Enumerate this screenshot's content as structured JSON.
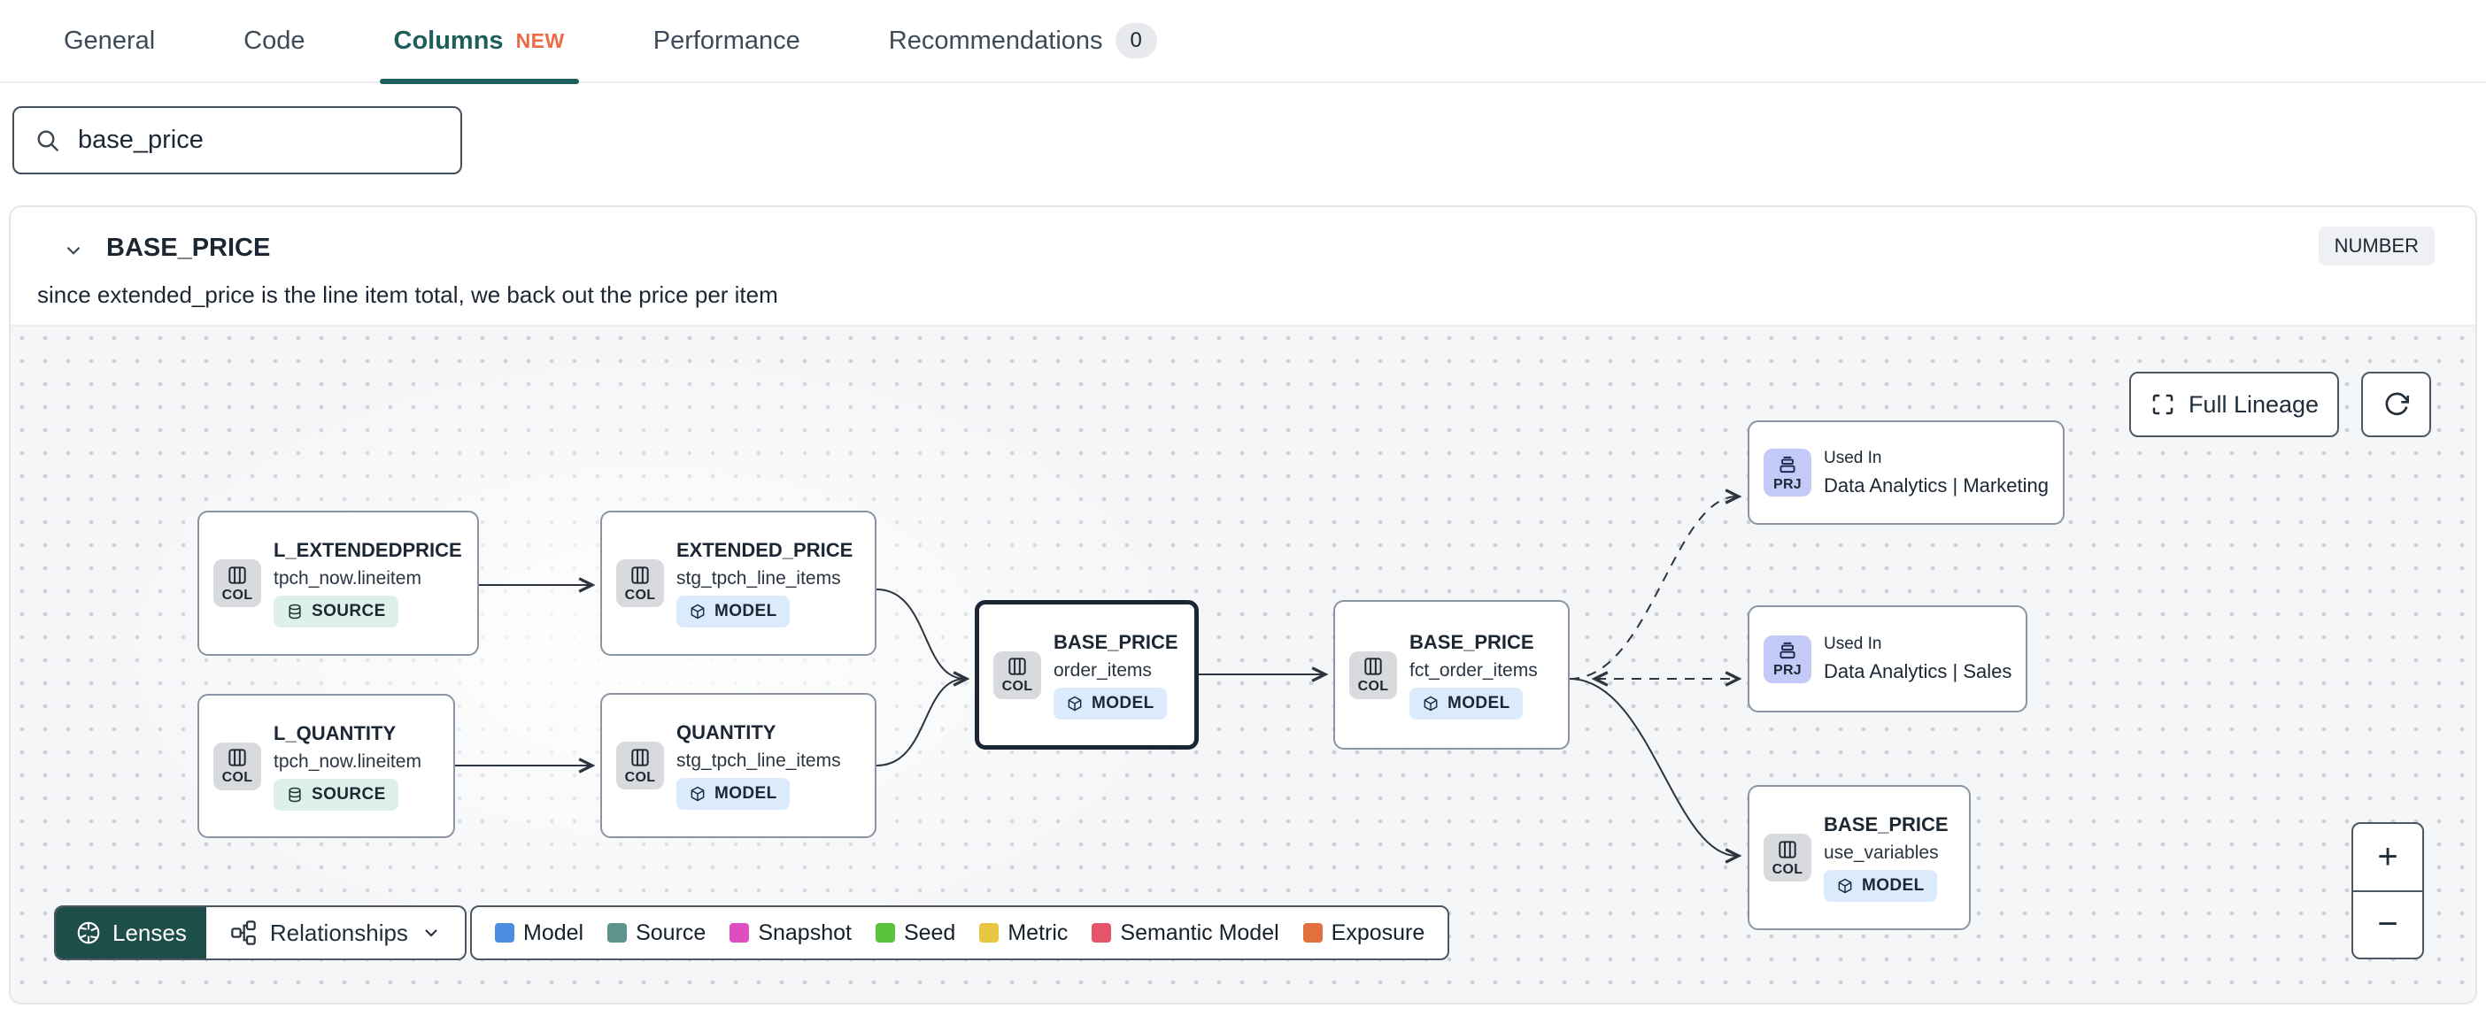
{
  "tabs": {
    "items": [
      {
        "label": "General"
      },
      {
        "label": "Code"
      },
      {
        "label": "Columns",
        "badge": "NEW",
        "active": true
      },
      {
        "label": "Performance"
      },
      {
        "label": "Recommendations",
        "badge": "0"
      }
    ]
  },
  "search": {
    "value": "base_price"
  },
  "column_panel": {
    "name": "BASE_PRICE",
    "type": "NUMBER",
    "description": "since extended_price is the line item total, we back out the price per item"
  },
  "lineage": {
    "full_lineage_label": "Full Lineage",
    "zoom_in": "+",
    "zoom_out": "−",
    "lenses_label": "Lenses",
    "relationships_label": "Relationships",
    "nodes": [
      {
        "tile": "COL",
        "title": "L_EXTENDEDPRICE",
        "subtitle": "tpch_now.lineitem",
        "badge": "SOURCE"
      },
      {
        "tile": "COL",
        "title": "L_QUANTITY",
        "subtitle": "tpch_now.lineitem",
        "badge": "SOURCE"
      },
      {
        "tile": "COL",
        "title": "EXTENDED_PRICE",
        "subtitle": "stg_tpch_line_items",
        "badge": "MODEL"
      },
      {
        "tile": "COL",
        "title": "QUANTITY",
        "subtitle": "stg_tpch_line_items",
        "badge": "MODEL"
      },
      {
        "tile": "COL",
        "title": "BASE_PRICE",
        "subtitle": "order_items",
        "badge": "MODEL",
        "selected": true
      },
      {
        "tile": "COL",
        "title": "BASE_PRICE",
        "subtitle": "fct_order_items",
        "badge": "MODEL"
      },
      {
        "tile": "PRJ",
        "label": "Used In",
        "title": "Data Analytics | Marketing"
      },
      {
        "tile": "PRJ",
        "label": "Used In",
        "title": "Data Analytics | Sales"
      },
      {
        "tile": "COL",
        "title": "BASE_PRICE",
        "subtitle": "use_variables",
        "badge": "MODEL"
      }
    ],
    "legend": [
      {
        "label": "Model",
        "color": "#4c8ce0"
      },
      {
        "label": "Source",
        "color": "#5c948d"
      },
      {
        "label": "Snapshot",
        "color": "#df4ec0"
      },
      {
        "label": "Seed",
        "color": "#5ac43c"
      },
      {
        "label": "Metric",
        "color": "#e8c63f"
      },
      {
        "label": "Semantic Model",
        "color": "#e4556a"
      },
      {
        "label": "Exposure",
        "color": "#e0713f"
      }
    ]
  },
  "theme": {
    "accent_teal": "#1f5f5b",
    "lenses_background": "#1d4e49",
    "new_badge_orange": "#ed6a45",
    "edge_color": "#2c3440"
  }
}
